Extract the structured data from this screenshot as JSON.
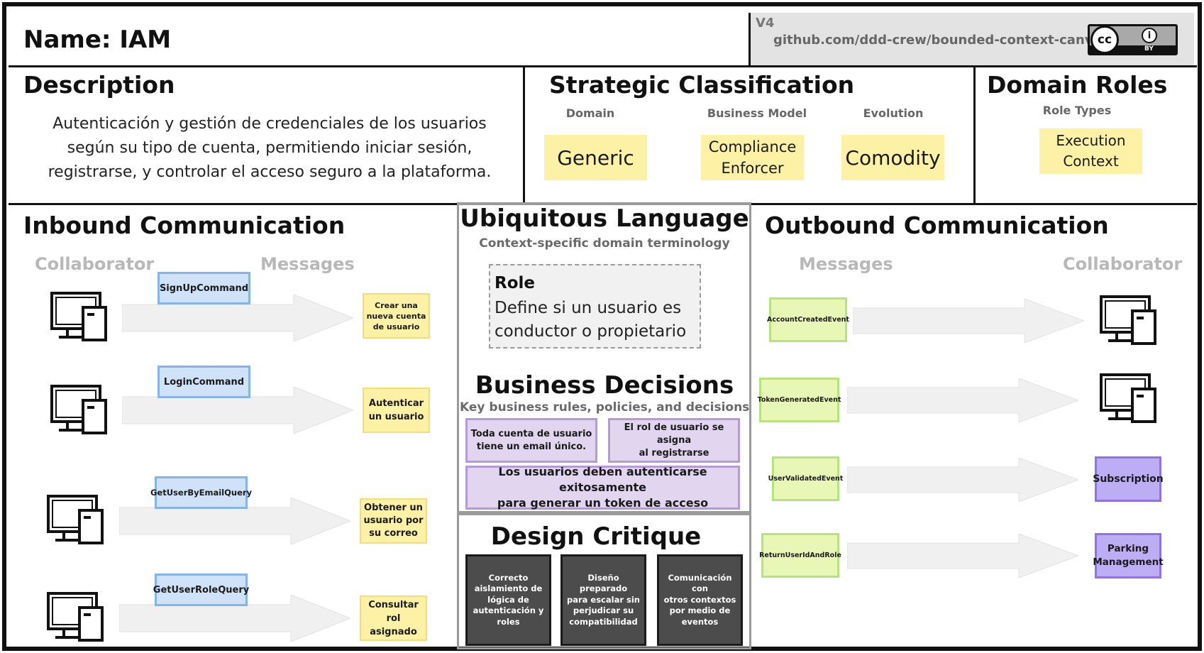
{
  "header": {
    "name_title": "Name: IAM",
    "version": "V4",
    "url": "github.com/ddd-crew/bounded-context-canvas",
    "license_badge": {
      "symbol_left": "cc",
      "symbol_right": "i",
      "text": "BY"
    }
  },
  "description": {
    "title": "Description",
    "lines": [
      "Autenticación y gestión de credenciales de los usuarios",
      "según su tipo de cuenta, permitiendo iniciar sesión,",
      "registrarse, y controlar el acceso seguro a la plataforma."
    ]
  },
  "strategic": {
    "title": "Strategic Classification",
    "domain_label": "Domain",
    "domain_value": "Generic",
    "business_model_label": "Business Model",
    "business_model_value": [
      "Compliance",
      "Enforcer"
    ],
    "evolution_label": "Evolution",
    "evolution_value": "Comodity"
  },
  "domain_roles": {
    "title": "Domain Roles",
    "subtitle": "Role Types",
    "value": [
      "Execution",
      "Context"
    ]
  },
  "inbound": {
    "title": "Inbound Communication",
    "col_collaborator": "Collaborator",
    "col_messages": "Messages",
    "rows": [
      {
        "collaborator_icon": "computer-icon",
        "message": "SignUpCommand",
        "description": [
          "Crear una",
          "nueva cuenta",
          "de usuario"
        ]
      },
      {
        "collaborator_icon": "computer-icon",
        "message": "LoginCommand",
        "description": [
          "Autenticar",
          "un usuario"
        ]
      },
      {
        "collaborator_icon": "computer-icon",
        "message": "GetUserByEmailQuery",
        "description": [
          "Obtener un",
          "usuario por",
          "su correo"
        ]
      },
      {
        "collaborator_icon": "computer-icon",
        "message": "GetUserRoleQuery",
        "description": [
          "Consultar rol",
          "asignado"
        ]
      }
    ]
  },
  "ubiquitous": {
    "title": "Ubiquitous Language",
    "subtitle": "Context-specific domain terminology",
    "term": "Role",
    "definition": [
      "Define si un usuario es",
      "conductor o propietario"
    ]
  },
  "business_decisions": {
    "title": "Business Decisions",
    "subtitle": "Key business rules, policies, and decisions",
    "rules": [
      [
        "Toda cuenta de usuario",
        "tiene un email único."
      ],
      [
        "El rol de usuario se asigna",
        "al registrarse"
      ],
      [
        "Los usuarios deben autenticarse exitosamente",
        "para generar un token de acceso"
      ]
    ]
  },
  "design_critique": {
    "title": "Design Critique",
    "notes": [
      [
        "Correcto",
        "aislamiento de",
        "lógica de",
        "autenticación y",
        "roles"
      ],
      [
        "Diseño preparado",
        "para escalar sin",
        "perjudicar su",
        "compatibilidad"
      ],
      [
        "Comunicación con",
        "otros contextos",
        "por medio de",
        "eventos"
      ]
    ]
  },
  "outbound": {
    "title": "Outbound Communication",
    "col_messages": "Messages",
    "col_collaborator": "Collaborator",
    "rows": [
      {
        "message": "AccountCreatedEvent",
        "collaborator": "computer-icon"
      },
      {
        "message": "TokenGeneratedEvent",
        "collaborator": "computer-icon"
      },
      {
        "message": "UserValidatedEvent",
        "collaborator": "Subscription"
      },
      {
        "message": "ReturnUserIdAndRole",
        "collaborator": [
          "Parking",
          "Management"
        ]
      }
    ]
  },
  "colors": {
    "yellow": "#fdf1a5",
    "blue": "#cfe2f7",
    "green": "#e8f7b5",
    "purple": "#e2d5ef",
    "violet": "#bdadf5",
    "dark": "#4c4c4c",
    "arrow": "#f0f0f0"
  }
}
